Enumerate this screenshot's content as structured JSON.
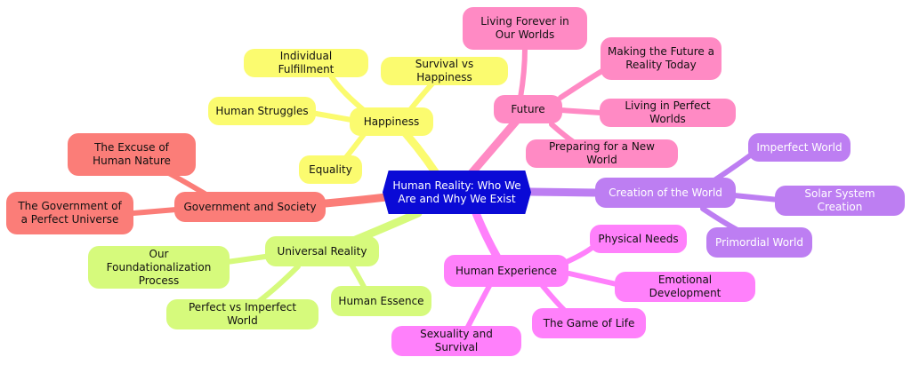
{
  "center": {
    "label": "Human Reality: Who We Are and Why We Exist"
  },
  "branches": {
    "happiness": {
      "label": "Happiness",
      "children": [
        "Individual Fulfillment",
        "Survival vs Happiness",
        "Human Struggles",
        "Equality"
      ]
    },
    "future": {
      "label": "Future",
      "children": [
        "Living Forever in Our Worlds",
        "Making the Future a Reality Today",
        "Living in Perfect Worlds",
        "Preparing for a New World"
      ]
    },
    "creation": {
      "label": "Creation of the World",
      "children": [
        "Imperfect World",
        "Solar System Creation",
        "Primordial World"
      ]
    },
    "experience": {
      "label": "Human Experience",
      "children": [
        "Physical Needs",
        "Emotional Development",
        "The Game of Life",
        "Sexuality and Survival"
      ]
    },
    "universal": {
      "label": "Universal Reality",
      "children": [
        "Our Foundationalization Process",
        "Human Essence",
        "Perfect vs Imperfect World"
      ]
    },
    "government": {
      "label": "Government and Society",
      "children": [
        "The Excuse of Human Nature",
        "The Government of a Perfect Universe"
      ]
    }
  },
  "colors": {
    "center": "#0a0ad6",
    "happiness": "#fbfb6f",
    "future": "#ff8ac4",
    "creation": "#bd7ef2",
    "experience": "#ff80fb",
    "universal": "#d6fa7c",
    "government": "#fb7d78"
  }
}
